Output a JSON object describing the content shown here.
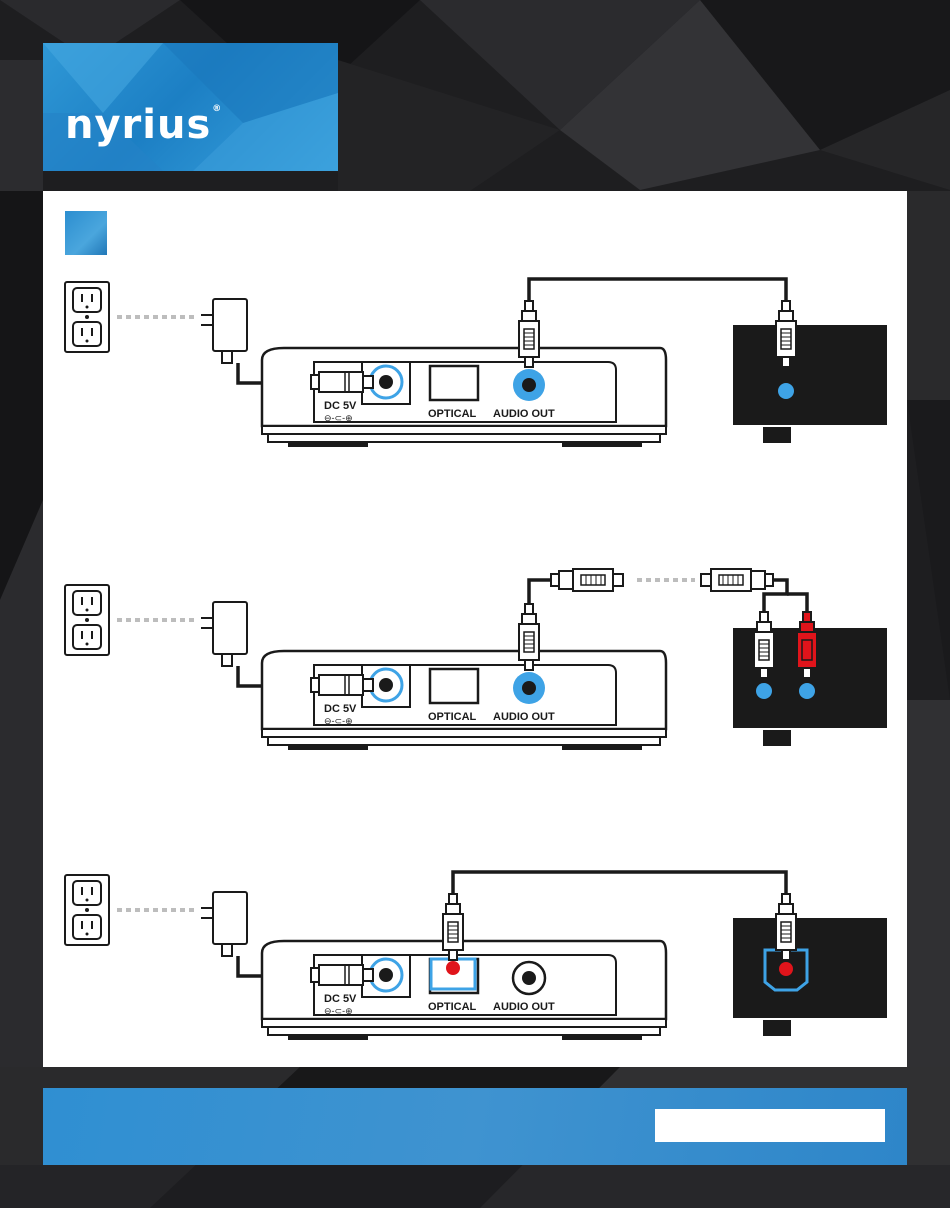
{
  "brand": {
    "name": "nyrius"
  },
  "diagrams": [
    {
      "id": "setup-1",
      "port_labels": {
        "dc": "DC 5V",
        "optical": "OPTICAL",
        "audio_out": "AUDIO OUT"
      },
      "active_port": "audio_out",
      "cable": "3.5mm to 3.5mm",
      "receiver_port": "3.5mm"
    },
    {
      "id": "setup-2",
      "port_labels": {
        "dc": "DC 5V",
        "optical": "OPTICAL",
        "audio_out": "AUDIO OUT"
      },
      "active_port": "audio_out",
      "cable": "3.5mm to RCA",
      "receiver_port": "RCA"
    },
    {
      "id": "setup-3",
      "port_labels": {
        "dc": "DC 5V",
        "optical": "OPTICAL",
        "audio_out": "AUDIO OUT"
      },
      "active_port": "optical",
      "cable": "Optical",
      "receiver_port": "Optical"
    }
  ],
  "colors": {
    "brand_blue": "#2a8fd3",
    "jack_blue": "#3ea3e6",
    "rca_red": "#e0141b",
    "dark": "#1a1a1a",
    "dotted": "#bdbdbd"
  },
  "icons": [
    "wall-outlet-icon",
    "power-adapter-icon",
    "rca-plug-icon",
    "optical-plug-icon"
  ],
  "footer": {
    "text": ""
  }
}
